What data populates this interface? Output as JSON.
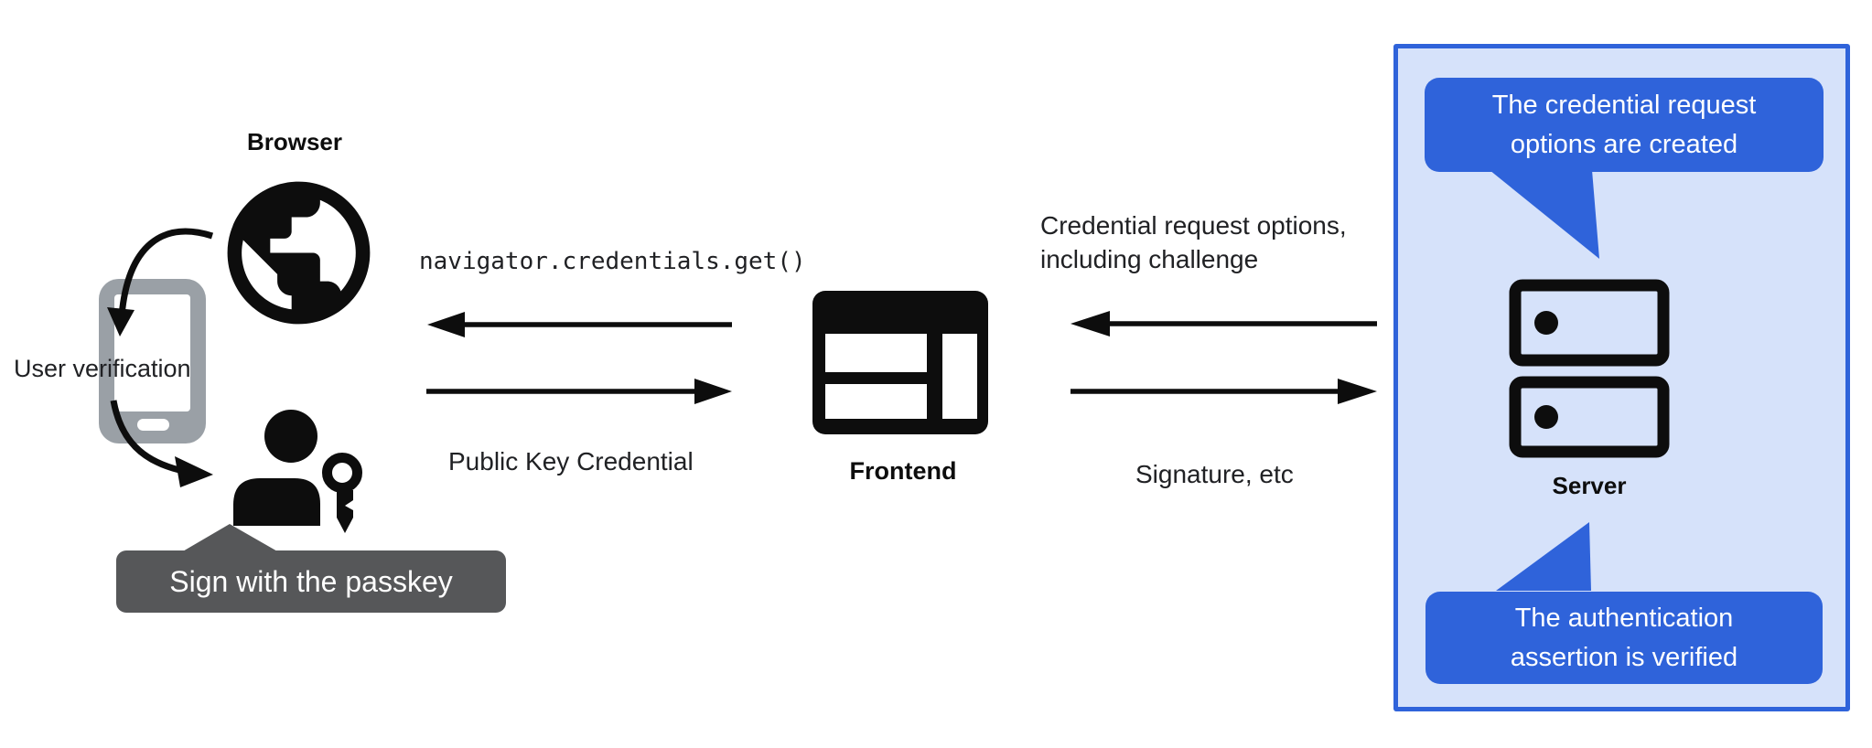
{
  "browser": {
    "label": "Browser",
    "user_verification": "User verification",
    "tooltip": "Sign with the passkey"
  },
  "frontend": {
    "label": "Frontend"
  },
  "server": {
    "label": "Server",
    "bubble_top_line1": "The credential request",
    "bubble_top_line2": "options are created",
    "bubble_bottom_line1": "The authentication",
    "bubble_bottom_line2": "assertion is verified"
  },
  "messages": {
    "api_call": "navigator.credentials.get()",
    "public_key_credential": "Public Key Credential",
    "credential_request_line1": "Credential request options,",
    "credential_request_line2": "including challenge",
    "signature": "Signature, etc"
  },
  "icons": {
    "globe": "globe-icon",
    "phone": "phone-icon",
    "person": "person-icon",
    "key": "key-icon",
    "browser_window": "browser-window-icon",
    "server_stack": "server-stack-icon"
  },
  "colors": {
    "bubble_blue": "#2f63da",
    "panel_fill": "#d6e2fa",
    "panel_border": "#2f63da",
    "phone_gray": "#9aa0a6",
    "tooltip_gray": "#565759",
    "icon_black": "#0d0d0d",
    "text_dark": "#202124"
  }
}
